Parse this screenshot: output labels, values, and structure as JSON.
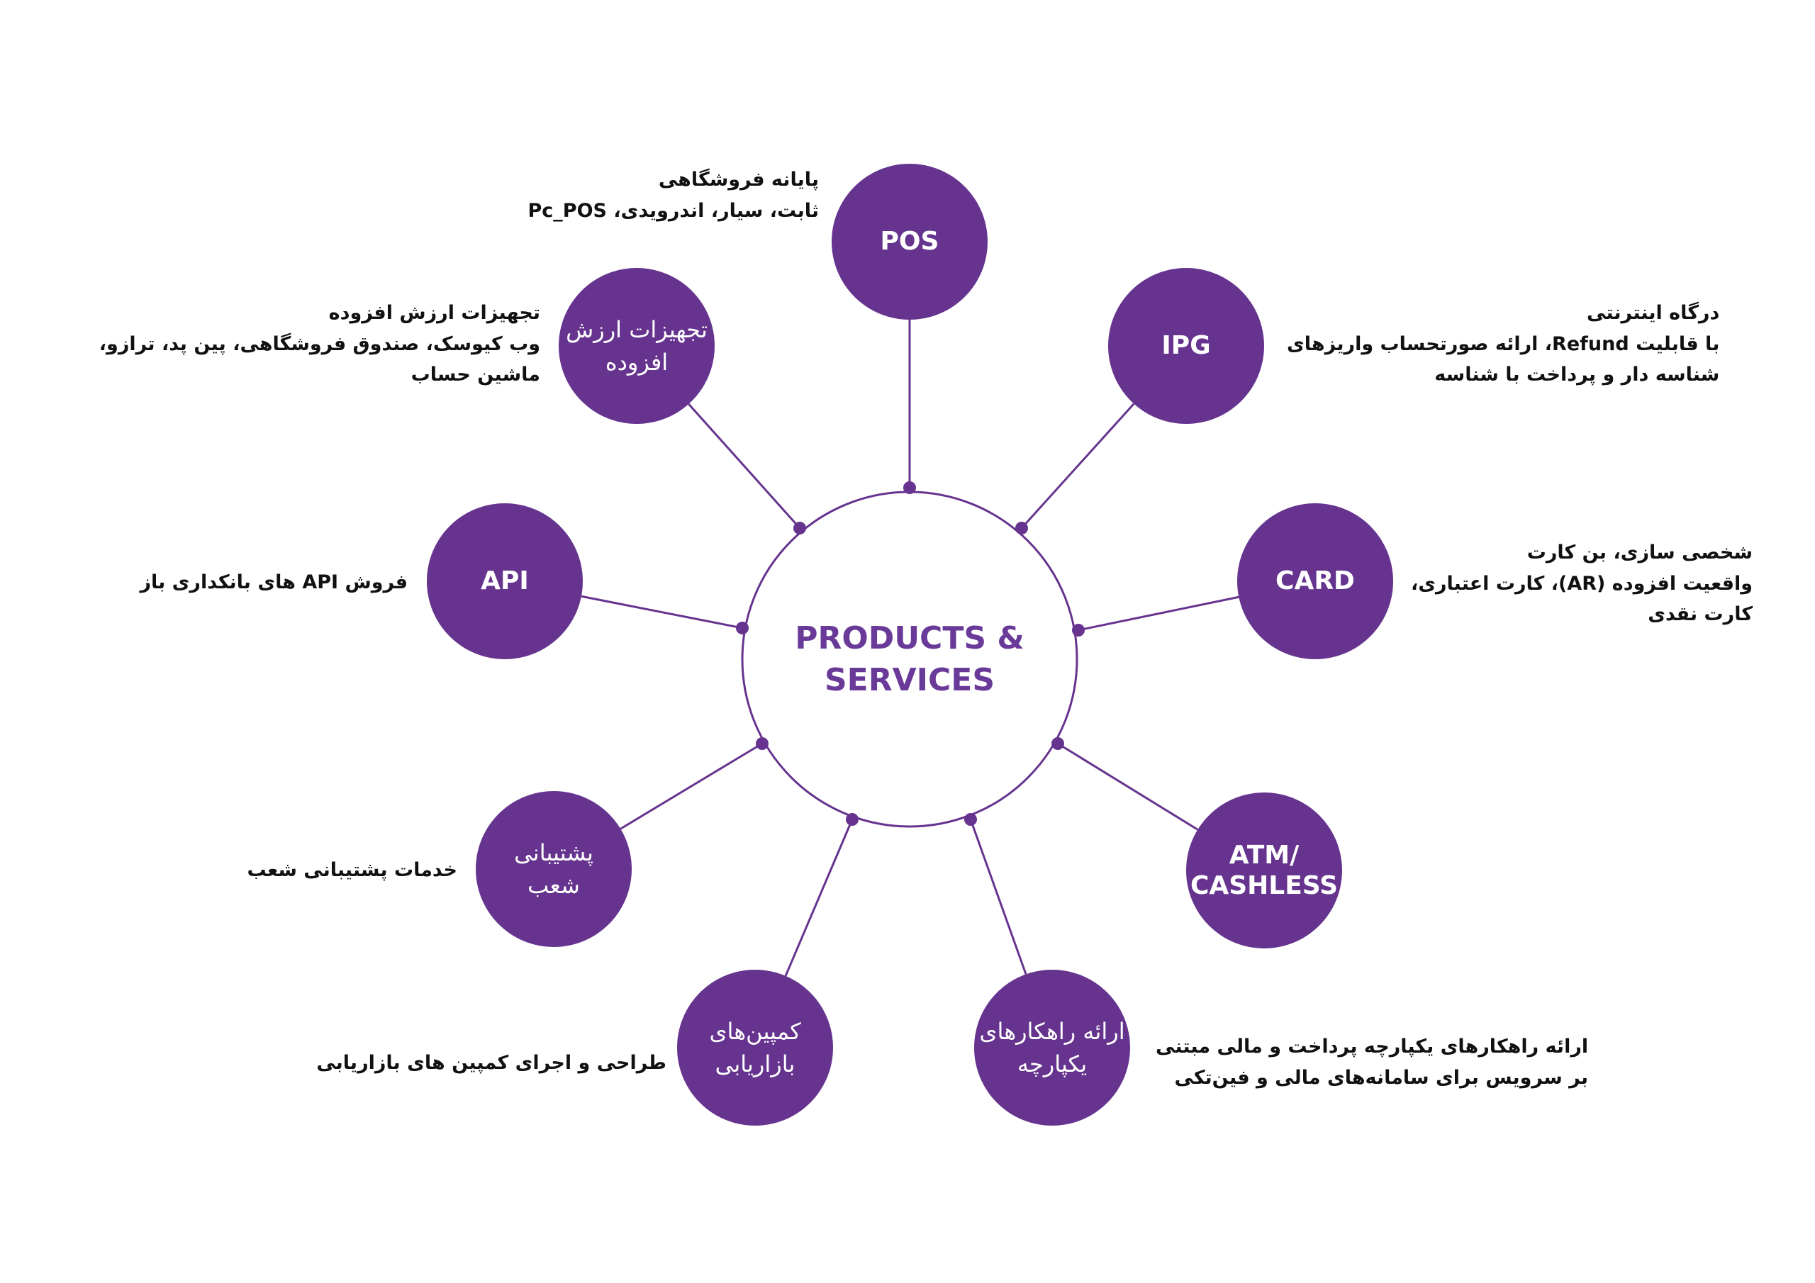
{
  "colors": {
    "accent": "#66348f",
    "text": "#111111",
    "background": "#ffffff"
  },
  "center": {
    "title": "PRODUCTS &\nSERVICES"
  },
  "nodes": [
    {
      "id": "pos",
      "label": "POS",
      "desc": [
        "پایانه فروشگاهی",
        "ثابت، سیار، اندرویدی، Pc_POS"
      ]
    },
    {
      "id": "ipg",
      "label": "IPG",
      "desc": [
        "درگاه اینترنتی",
        "با قابلیت Refund، ارائه صورتحساب واریزهای",
        "شناسه دار و پرداخت با شناسه"
      ]
    },
    {
      "id": "card",
      "label": "CARD",
      "desc": [
        "شخصی سازی، بن کارت",
        "واقعیت افزوده (AR)، کارت اعتباری،",
        "کارت نقدی"
      ]
    },
    {
      "id": "atm",
      "label": "ATM/\nCASHLESS",
      "desc": []
    },
    {
      "id": "solutions",
      "label": "ارائه راهکارهای\nیکپارچه",
      "desc": [
        "ارائه راهکارهای یکپارچه پرداخت و مالی مبتنی",
        "بر سرویس برای سامانه‌های مالی و فین‌تکی"
      ]
    },
    {
      "id": "campaigns",
      "label": "کمپین‌های\nبازاریابی",
      "desc": [
        "طراحی و اجرای کمپین های بازاریابی"
      ]
    },
    {
      "id": "branch",
      "label": "پشتیبانی\nشعب",
      "desc": [
        "خدمات پشتیبانی شعب"
      ]
    },
    {
      "id": "api",
      "label": "API",
      "desc": [
        "فروش API های بانکداری باز"
      ]
    },
    {
      "id": "vad",
      "label": "تجهیزات ارزش\nافزوده",
      "desc": [
        "تجهیزات ارزش افزوده",
        "وب کیوسک، صندوق فروشگاهی، پین پد، ترازو،",
        "ماشین حساب"
      ]
    }
  ]
}
